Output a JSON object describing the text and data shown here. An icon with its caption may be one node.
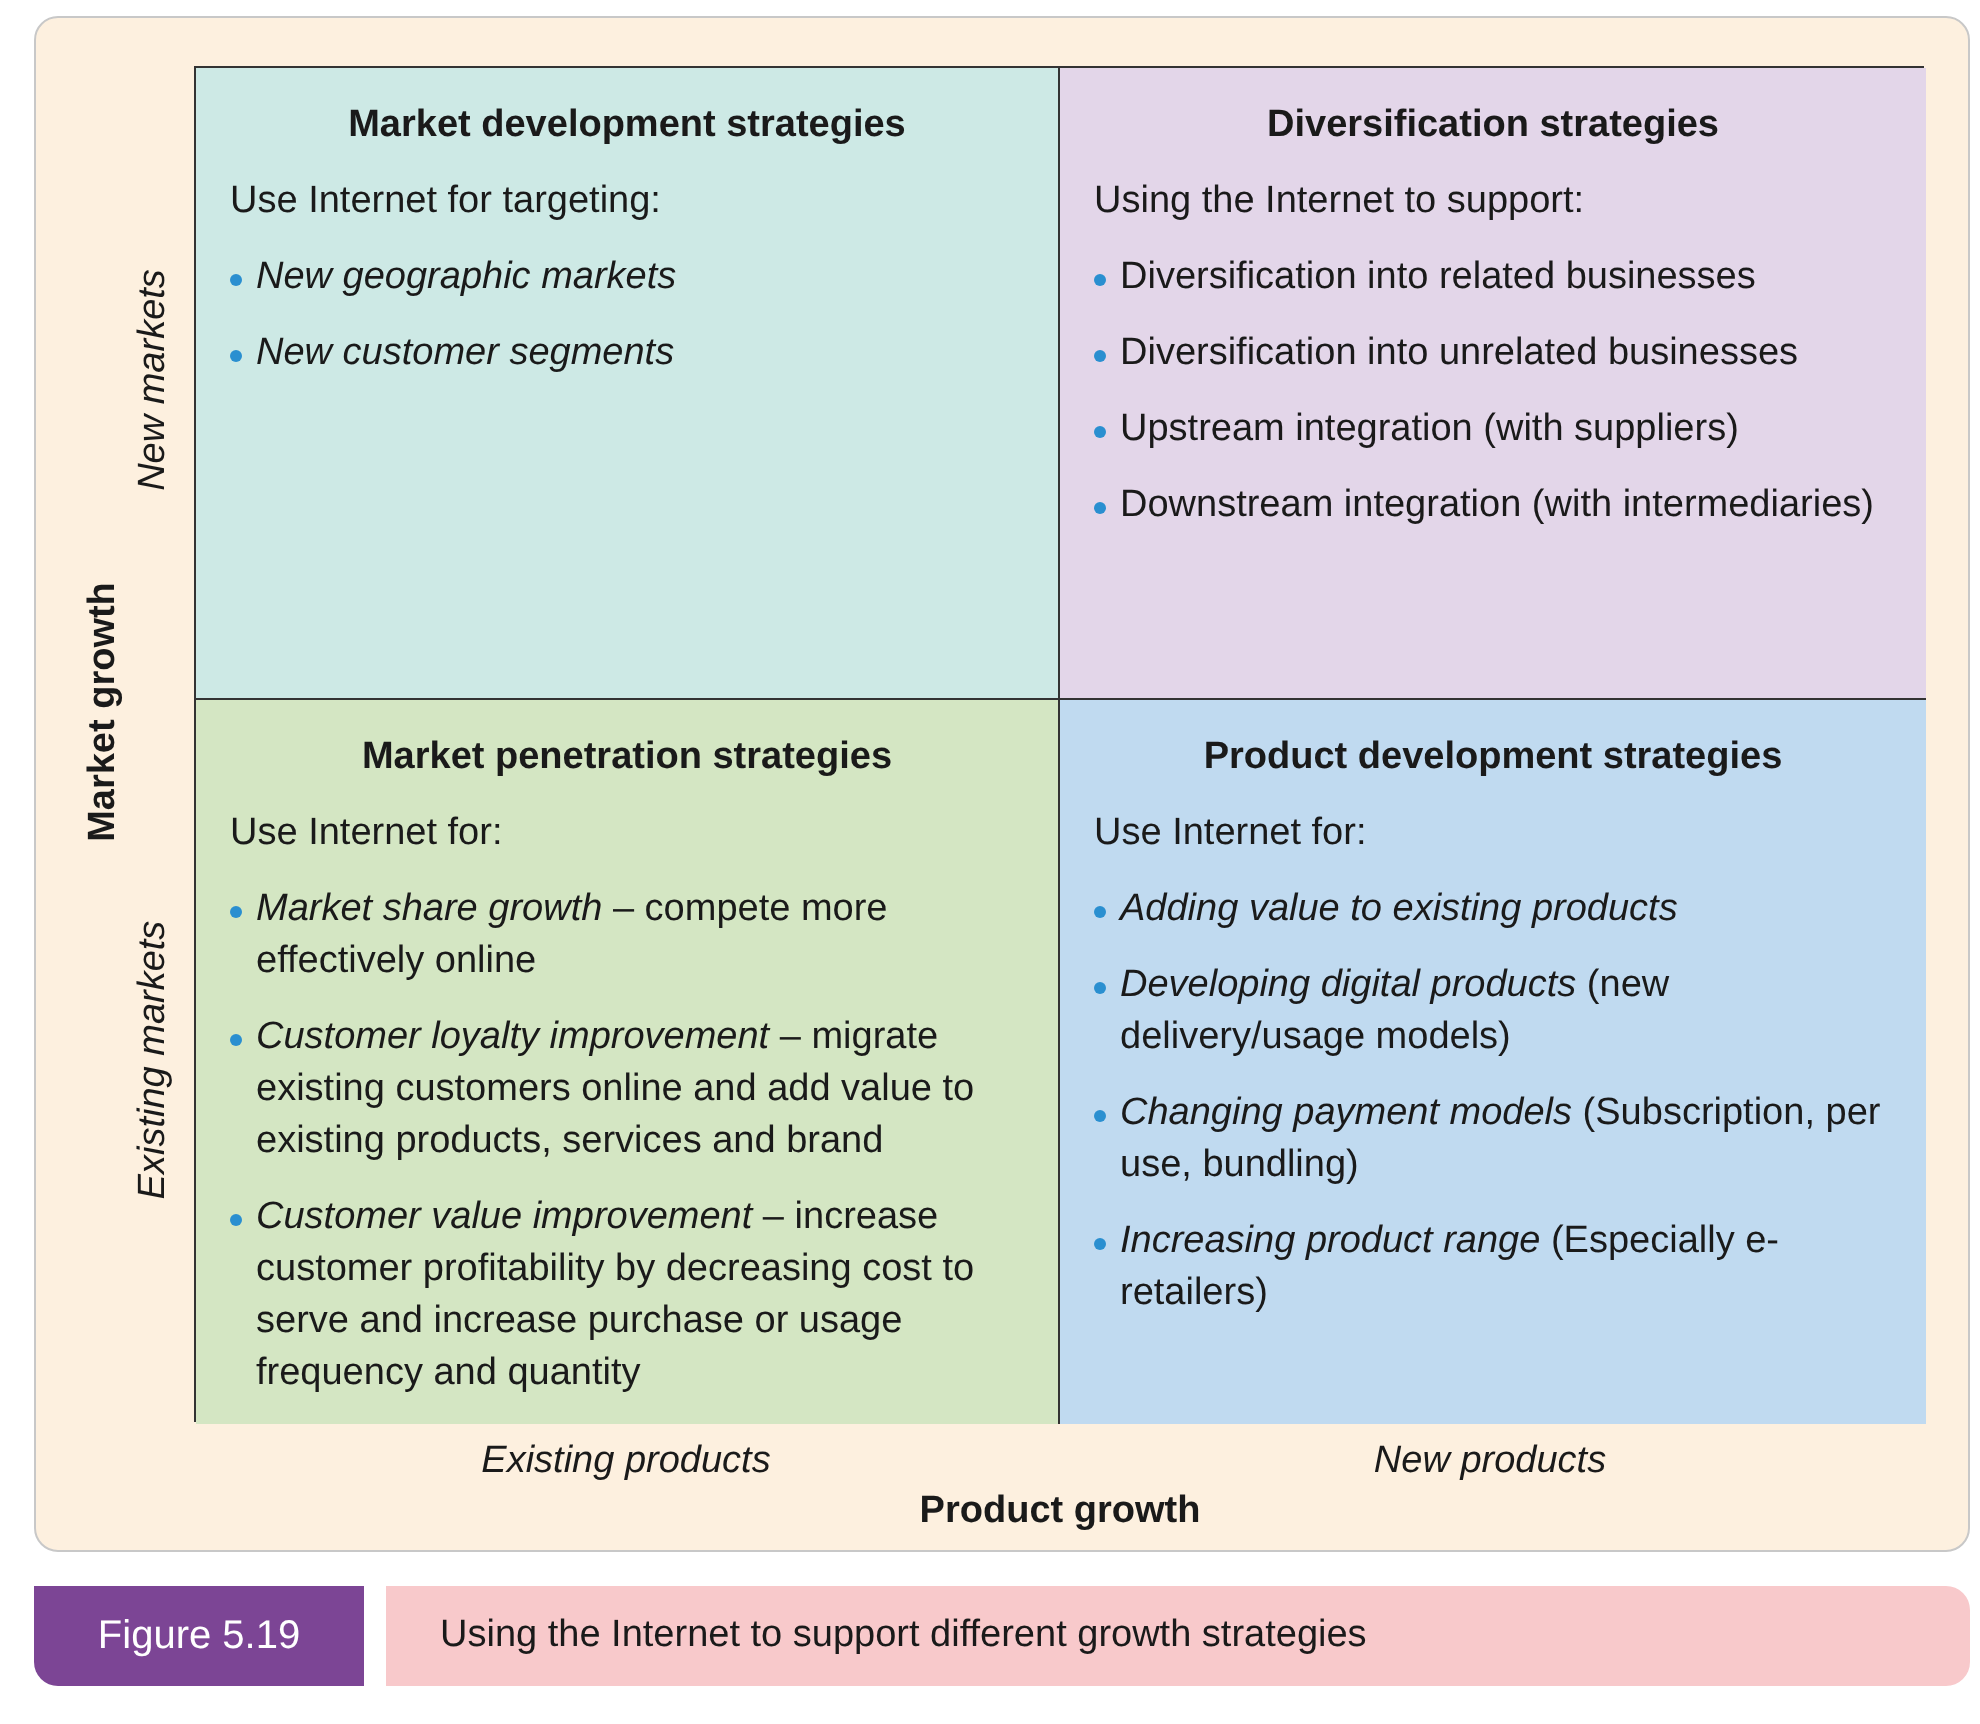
{
  "diagram": {
    "title": "Figure 5.19",
    "caption": "Using the Internet to support different growth strategies",
    "nodes": [
      {
        "text": [
          "Market development strategies",
          "Use Internet for targeting:",
          "*New geographic markets*",
          "*New customer segments*"
        ]
      },
      {
        "text": [
          "Diversification strategies",
          "Using the Internet to support:",
          "Diversification into related businesses",
          "Diversification into unrelated businesses",
          "Upstream integration (with suppliers)",
          "Downstream integration (with intermediaries)"
        ]
      },
      {
        "text": [
          "Market penetration strategies",
          "Use Internet for:",
          "*Market share growth* – compete more effectively online",
          "*Customer loyalty improvement* – migrate existing customers online and add value to existing products, services and brand",
          "*Customer value improvement* – increase customer profitability by decreasing cost to serve and increase purchase or usage frequency and quantity"
        ]
      },
      {
        "text": [
          "Product development strategies",
          "Use Internet for:",
          "*Adding value to existing products*",
          "*Developing digital products* (new delivery/usage models)",
          "*Changing payment models* (Subscription, per use, bundling)",
          "*Increasing product range* (Especially e-retailers)"
        ]
      }
    ],
    "labels": [
      "New markets",
      "Existing markets",
      "Market growth",
      "Existing products",
      "New products",
      "Product growth"
    ]
  }
}
